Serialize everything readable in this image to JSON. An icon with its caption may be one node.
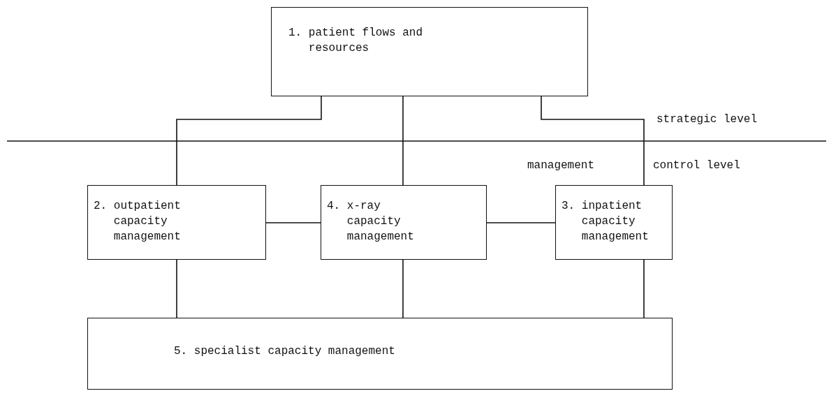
{
  "diagram": {
    "nodes": [
      {
        "text": [
          "1. patient flows and resources"
        ]
      },
      {
        "text": [
          "2. outpatient capacity management"
        ]
      },
      {
        "text": [
          "4. x-ray capacity management"
        ]
      },
      {
        "text": [
          "3. inpatient capacity management"
        ]
      },
      {
        "text": [
          "5. specialist capacity management"
        ]
      }
    ],
    "edges": [
      {
        "from": 0,
        "to": 1,
        "arrow": "none"
      },
      {
        "from": 0,
        "to": 2,
        "arrow": "none"
      },
      {
        "from": 0,
        "to": 3,
        "arrow": "none"
      },
      {
        "from": 1,
        "to": 2,
        "arrow": "none"
      },
      {
        "from": 2,
        "to": 3,
        "arrow": "none"
      },
      {
        "from": 1,
        "to": 4,
        "arrow": "none"
      },
      {
        "from": 2,
        "to": 4,
        "arrow": "none"
      },
      {
        "from": 3,
        "to": 4,
        "arrow": "none"
      }
    ],
    "labels": [
      "strategic level",
      "management",
      "control level"
    ]
  }
}
